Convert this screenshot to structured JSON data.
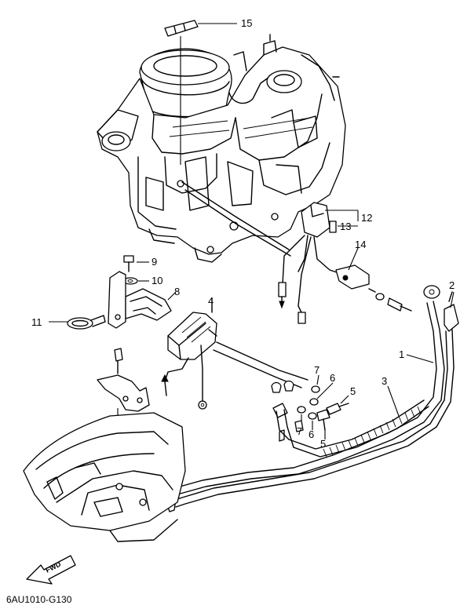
{
  "diagram": {
    "callouts": {
      "c1": "1",
      "c2": "2",
      "c3": "3",
      "c4": "4",
      "c5a": "5",
      "c5b": "5",
      "c6a": "6",
      "c6b": "6",
      "c7a": "7",
      "c7b": "7",
      "c8": "8",
      "c9": "9",
      "c10": "10",
      "c11": "11",
      "c12": "12",
      "c13": "13",
      "c14": "14",
      "c15": "15"
    },
    "fwd_label": "FWD",
    "drawing_code": "6AU1010-G130"
  }
}
